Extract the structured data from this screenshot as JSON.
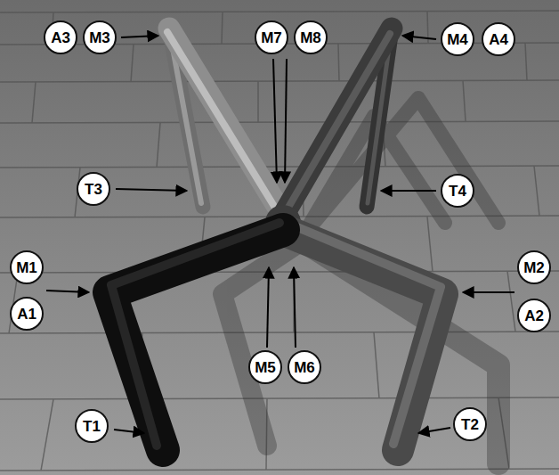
{
  "diagram": {
    "labels": [
      "A3",
      "M3",
      "M7",
      "M8",
      "M4",
      "A4",
      "T3",
      "T4",
      "M1",
      "M2",
      "A1",
      "A2",
      "M5",
      "M6",
      "T1",
      "T2"
    ]
  }
}
